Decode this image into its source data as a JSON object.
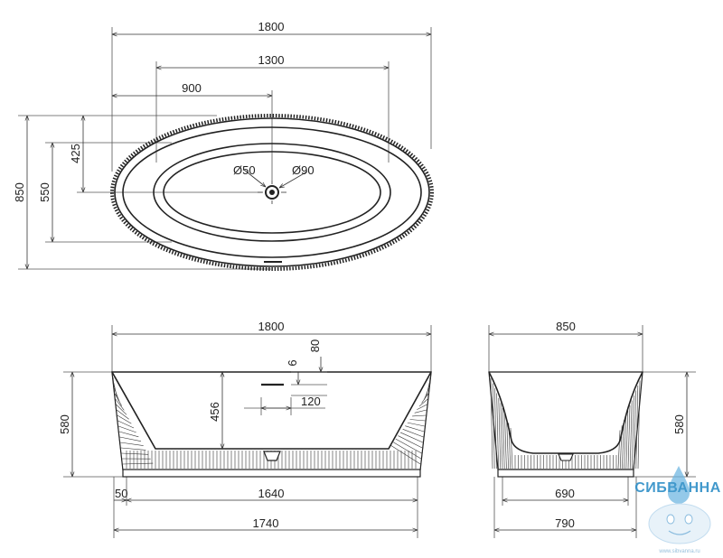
{
  "top_view": {
    "overall_length": "1800",
    "inner_length": "1300",
    "drain_offset": "900",
    "overall_width": "850",
    "inner_width": "550",
    "drain_offset_y": "425",
    "drain_diameter_1": "Ø50",
    "drain_diameter_2": "Ø90"
  },
  "front_view": {
    "overall_length": "1800",
    "height": "580",
    "inner_depth": "456",
    "overflow_top": "80",
    "overflow_gap": "6",
    "overflow_width": "120",
    "plinth_offset": "50",
    "plinth_length": "1640",
    "base_length": "1740"
  },
  "side_view": {
    "overall_width": "850",
    "height": "580",
    "plinth_width": "690",
    "base_width": "790"
  },
  "brand": {
    "name": "СИБВАННА",
    "url": "www.sibvanna.ru",
    "primary_color": "#2e8ec7",
    "icon": "water-drop-icon"
  }
}
